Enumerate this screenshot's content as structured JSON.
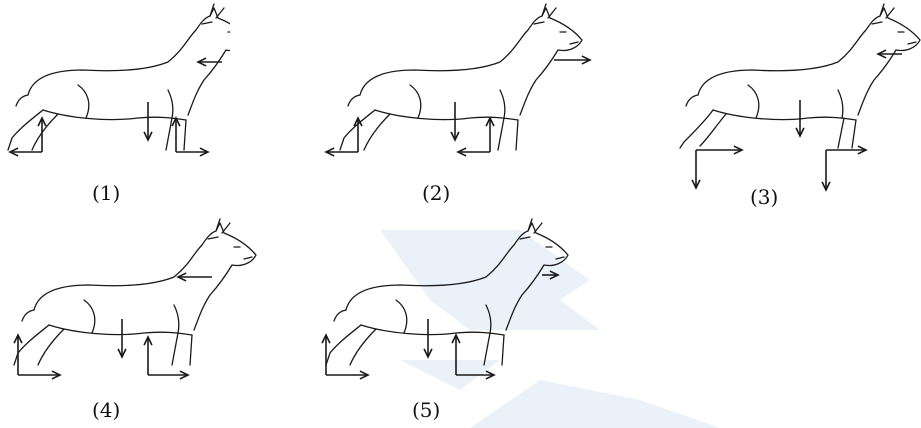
{
  "panels": [
    {
      "label": "(1)",
      "forces": {
        "head": "left",
        "body": "down",
        "hind_foot": [
          "up",
          "left"
        ],
        "front_foot": [
          "up",
          "right"
        ]
      }
    },
    {
      "label": "(2)",
      "forces": {
        "head": "right",
        "body": "down",
        "hind_foot": [
          "up",
          "left"
        ],
        "front_foot": [
          "up",
          "left"
        ]
      }
    },
    {
      "label": "(3)",
      "forces": {
        "head": "left",
        "body": "down",
        "hind_foot": [
          "down",
          "right"
        ],
        "front_foot": [
          "down",
          "right"
        ]
      }
    },
    {
      "label": "(4)",
      "forces": {
        "head": "left",
        "body": "down",
        "hind_foot": [
          "up",
          "right"
        ],
        "front_foot": [
          "up",
          "right"
        ]
      }
    },
    {
      "label": "(5)",
      "forces": {
        "head": "right",
        "body": "down",
        "hind_foot": [
          "up",
          "right"
        ],
        "front_foot": [
          "up",
          "right"
        ]
      }
    }
  ],
  "colors": {
    "line": "#1a1a1a",
    "watermark": "#e6eef6"
  }
}
